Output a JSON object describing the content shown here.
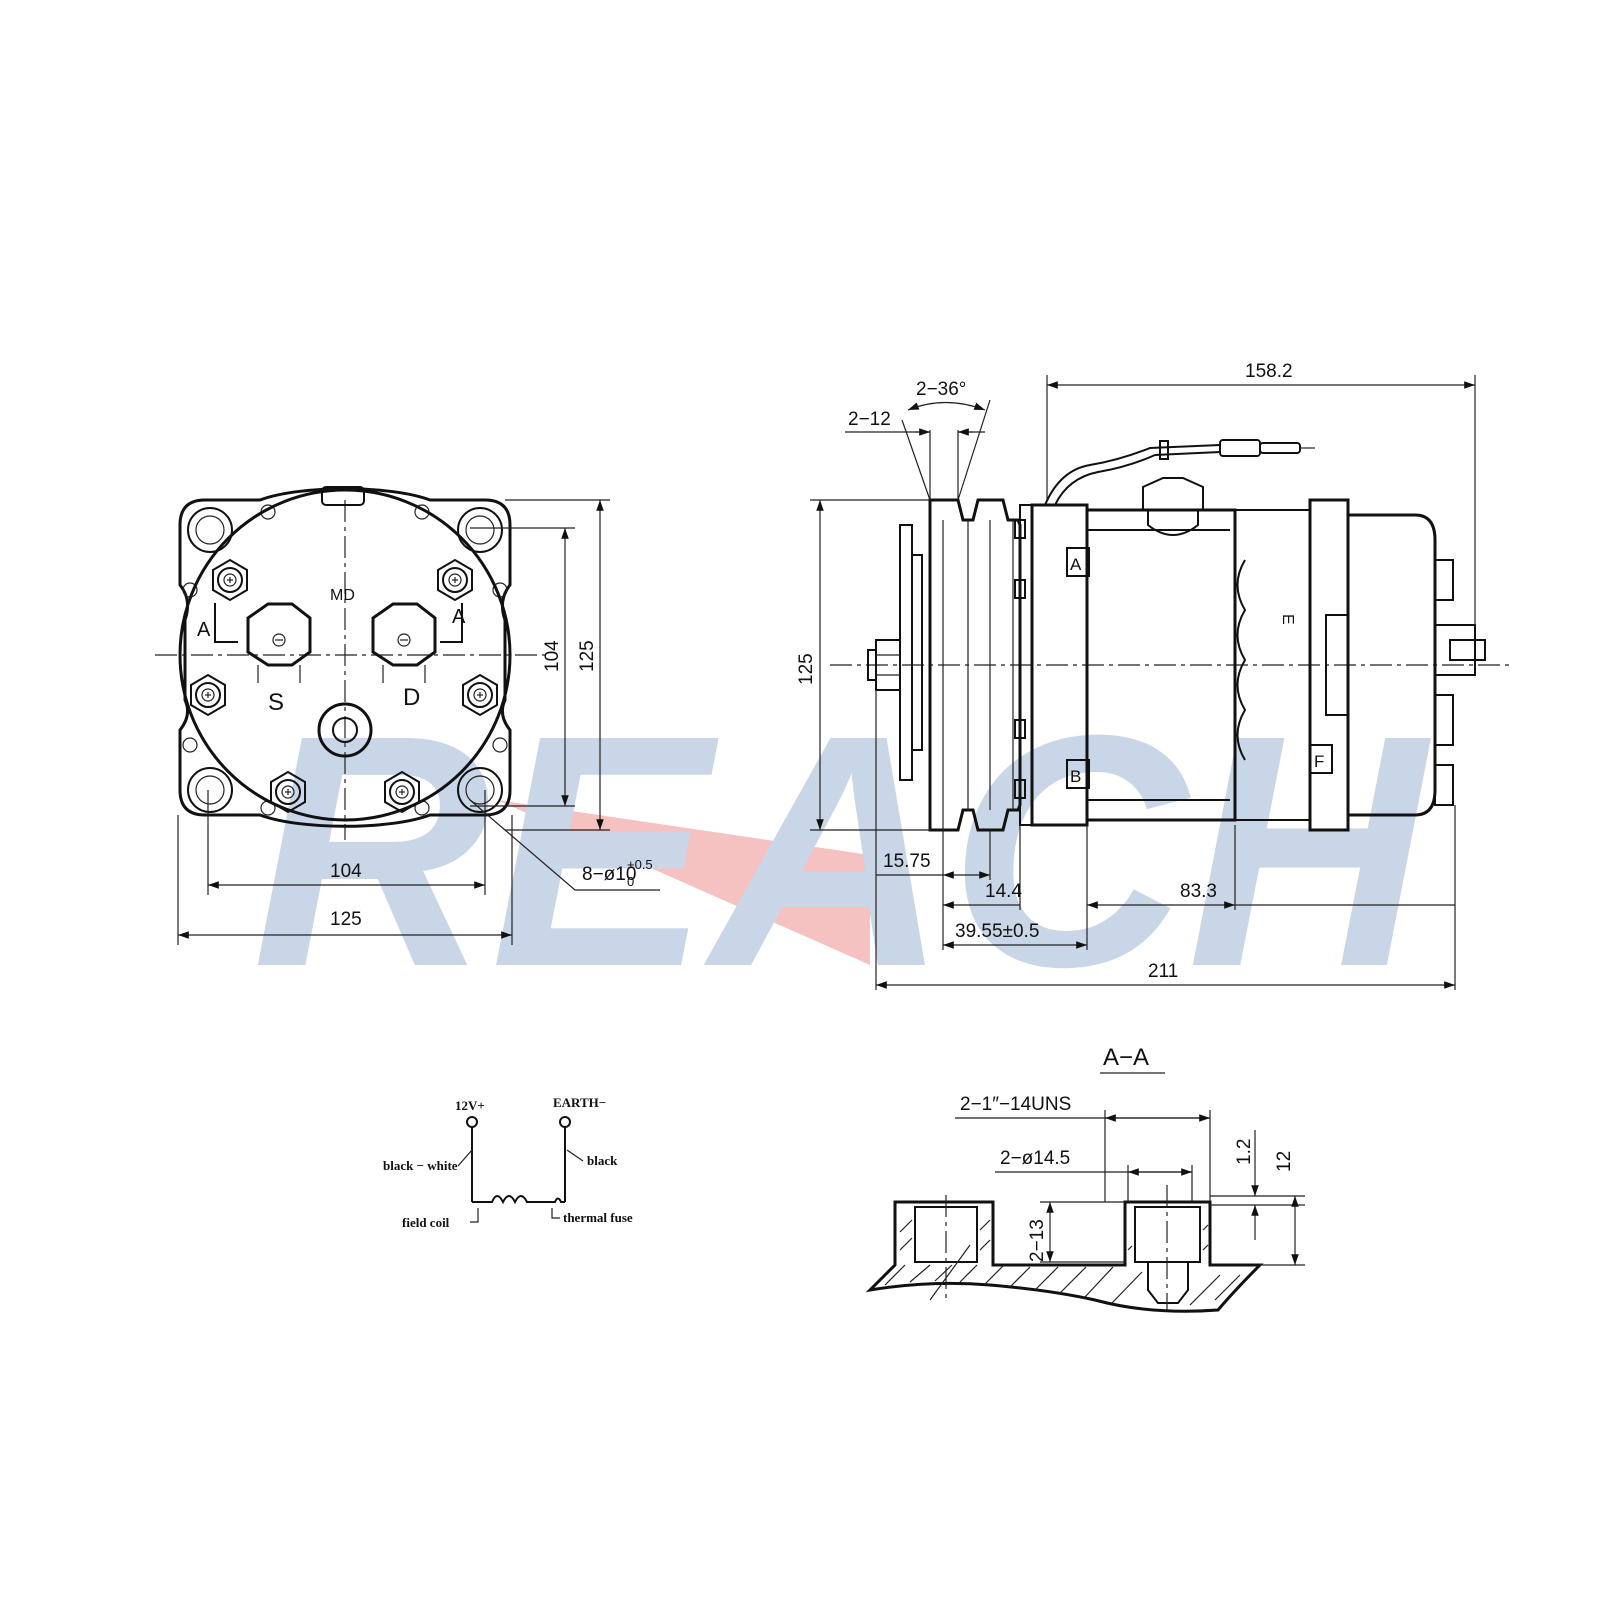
{
  "watermark": {
    "text": "REACH",
    "color": "#c9d6e8",
    "pointer_color": "#f4b6b6"
  },
  "front_view": {
    "labels": {
      "port_suction": "S",
      "port_discharge": "D",
      "model": "MD",
      "section_left": "A",
      "section_right": "A"
    },
    "dims": {
      "bolt_spacing_v": "104",
      "overall_v": "125",
      "bolt_spacing_h": "104",
      "overall_h": "125"
    },
    "hole_callout": {
      "main": "8−ø10",
      "tol_upper": "+0.5",
      "tol_lower": "0"
    }
  },
  "side_view": {
    "labels": {
      "tag_a": "A",
      "tag_b": "B",
      "tag_e": "E",
      "tag_f": "F"
    },
    "dims": {
      "groove_angle": "2−36°",
      "groove_width": "2−12",
      "length_top": "158.2",
      "pulley_dia": "125",
      "pulley_offset": "15.75",
      "groove_pitch": "14.4",
      "body_length": "83.3",
      "pulley_depth": "39.55±0.5",
      "overall_length": "211"
    }
  },
  "section_aa": {
    "title": "A−A",
    "dims": {
      "thread": "2−1″−14UNS",
      "bore": "2−ø14.5",
      "depth": "2−13",
      "lip": "1.2",
      "height": "12"
    }
  },
  "wiring": {
    "terminal_positive": "12V+",
    "terminal_earth": "EARTH−",
    "wire_positive": "black − white",
    "wire_earth": "black",
    "coil": "field coil",
    "fuse": "thermal fuse"
  }
}
